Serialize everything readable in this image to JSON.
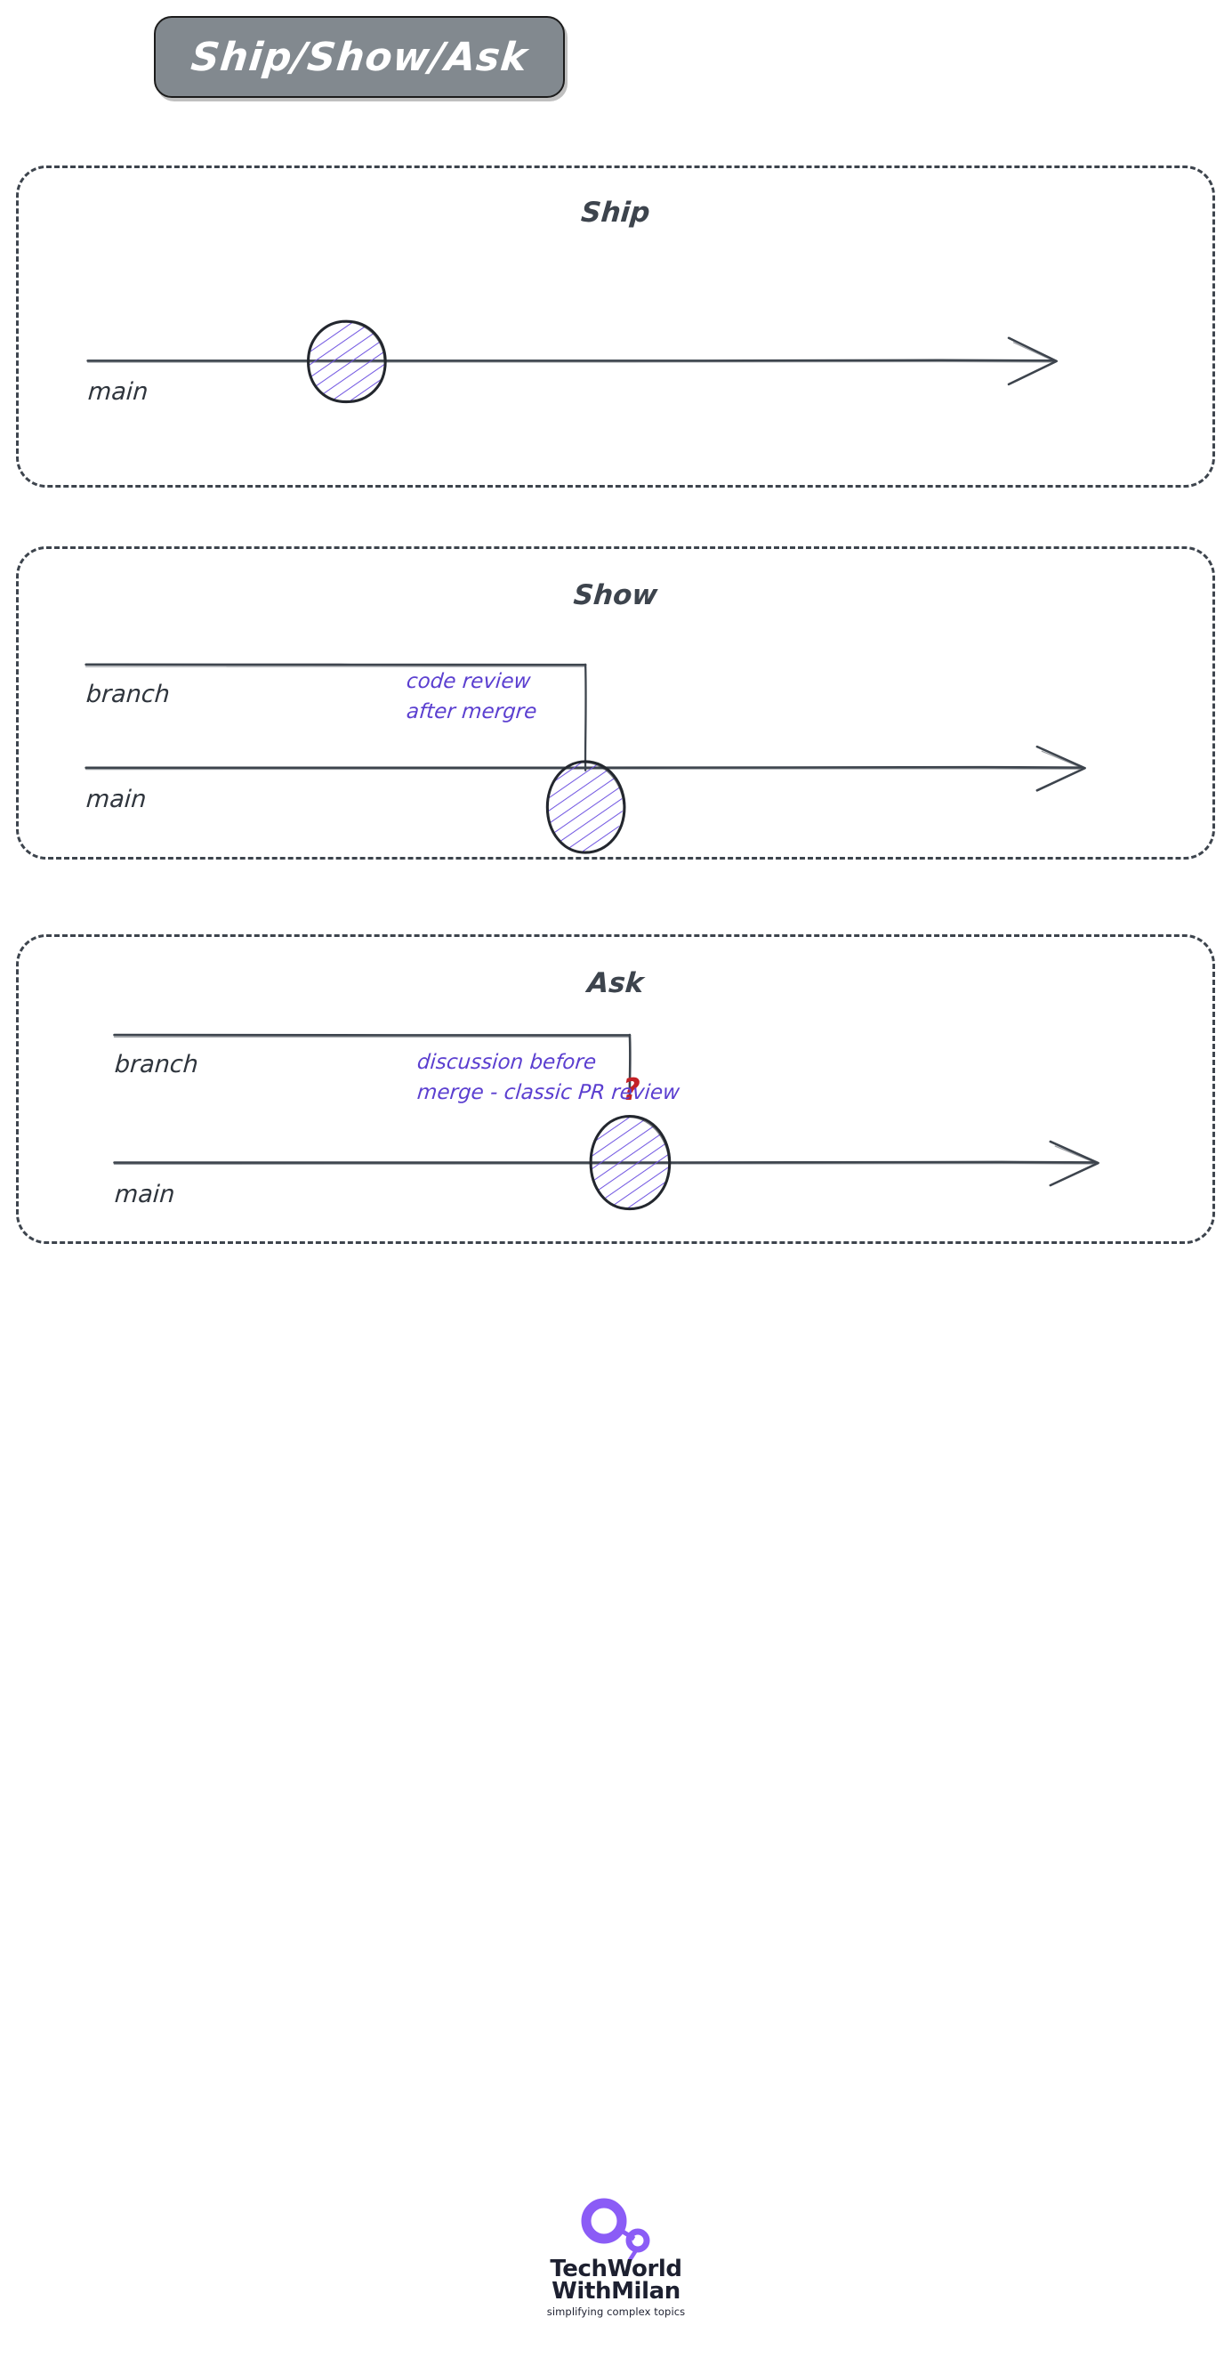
{
  "title": {
    "text": "Ship/Show/Ask",
    "banner_color": "#82898f",
    "text_color": "#ffffff"
  },
  "colors": {
    "ink": "#3d444d",
    "purple": "#5b3fd0",
    "red": "#c32025",
    "logo_purple": "#8b5cf6",
    "logo_dark": "#1d2030"
  },
  "panels": [
    {
      "id": "ship",
      "title": "Ship",
      "lines": [
        {
          "name": "main",
          "label": "main"
        }
      ],
      "annotation": "",
      "has_branch": false,
      "has_question_mark": false,
      "commit_fill": "hatched-purple"
    },
    {
      "id": "show",
      "title": "Show",
      "lines": [
        {
          "name": "branch",
          "label": "branch"
        },
        {
          "name": "main",
          "label": "main"
        }
      ],
      "annotation_line1": "code review",
      "annotation_line2": "after mergre",
      "has_branch": true,
      "has_question_mark": false,
      "commit_fill": "hatched-purple"
    },
    {
      "id": "ask",
      "title": "Ask",
      "lines": [
        {
          "name": "branch",
          "label": "branch"
        },
        {
          "name": "main",
          "label": "main"
        }
      ],
      "annotation_line1": "discussion before",
      "annotation_line2": "merge - classic PR review",
      "has_branch": true,
      "has_question_mark": true,
      "question_mark": "?",
      "commit_fill": "hatched-purple"
    }
  ],
  "footer": {
    "brand_line1": "TechWorld",
    "brand_line2": "WithMilan",
    "tagline": "simplifying complex topics"
  }
}
